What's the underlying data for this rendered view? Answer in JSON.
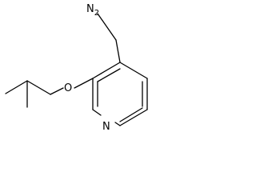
{
  "molecule": {
    "atoms": {
      "amine": {
        "element": "N",
        "hydrogens": "2"
      },
      "ether_oxygen": {
        "element": "O"
      },
      "ring_nitrogen": {
        "element": "N"
      }
    }
  }
}
